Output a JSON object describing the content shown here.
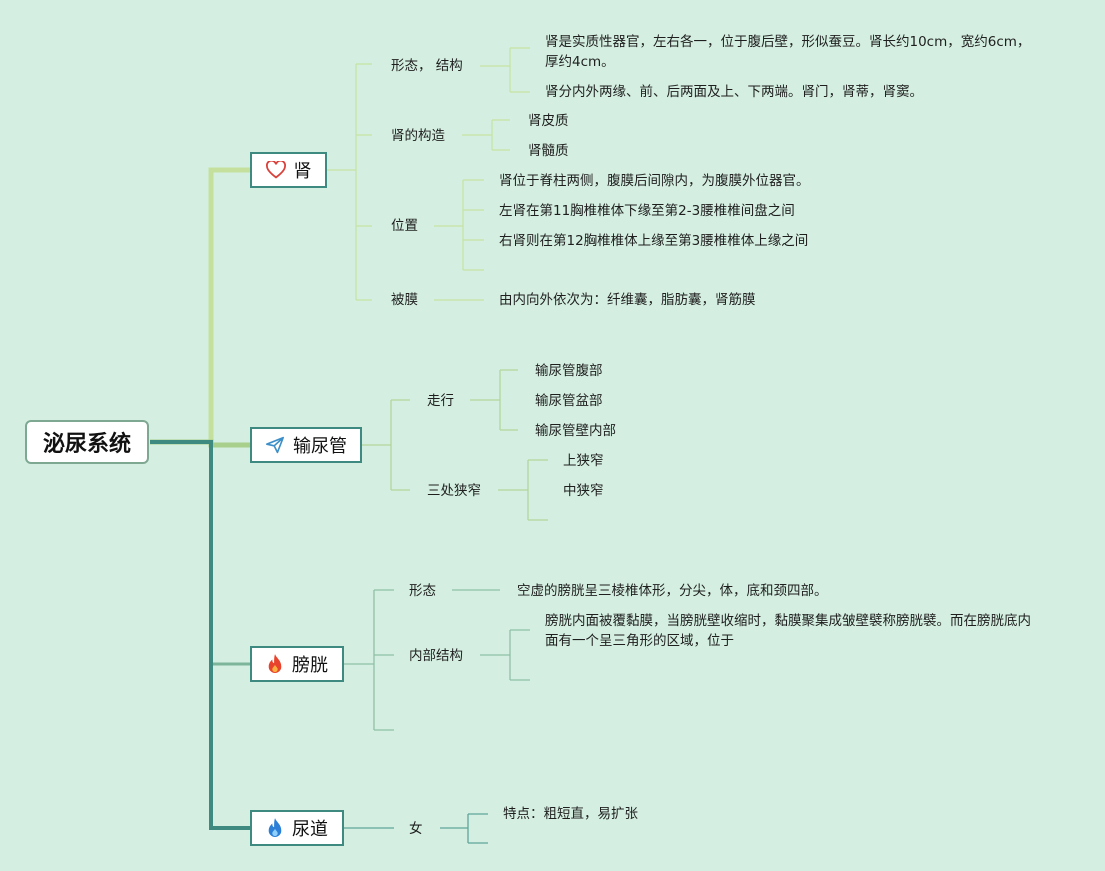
{
  "root": "泌尿系统",
  "kidney": {
    "title": "肾",
    "icon": "heart-icon",
    "shape_label": "形态， 结构",
    "shape_1": "肾是实质性器官，左右各一，位于腹后壁，形似蚕豆。肾长约10cm，宽约6cm，厚约4cm。",
    "shape_2": "肾分内外两缘、前、后两面及上、下两端。肾门，肾蒂，肾窦。",
    "structure_label": "肾的构造",
    "cortex": "肾皮质",
    "medulla": "肾髓质",
    "position_label": "位置",
    "position_1": "肾位于脊柱两侧，腹膜后间隙内，为腹膜外位器官。",
    "position_2": "左肾在第11胸椎椎体下缘至第2-3腰椎椎间盘之间",
    "position_3": "右肾则在第12胸椎椎体上缘至第3腰椎椎体上缘之间",
    "membrane_label": "被膜",
    "membrane_1": "由内向外依次为：纤维囊，脂肪囊，肾筋膜"
  },
  "ureter": {
    "title": "输尿管",
    "icon": "paper-plane-icon",
    "course_label": "走行",
    "course_1": "输尿管腹部",
    "course_2": "输尿管盆部",
    "course_3": "输尿管壁内部",
    "narrow_label": "三处狭窄",
    "narrow_1": "上狭窄",
    "narrow_2": "中狭窄"
  },
  "bladder": {
    "title": "膀胱",
    "icon": "flame-icon",
    "shape_label": "形态",
    "shape_1": "空虚的膀胱呈三棱椎体形，分尖，体，底和颈四部。",
    "inner_label": "内部结构",
    "inner_1": "膀胱内面被覆黏膜，当膀胱壁收缩时，黏膜聚集成皱壁襞称膀胱襞。而在膀胱底内面有一个呈三角形的区域，位于"
  },
  "urethra": {
    "title": "尿道",
    "icon": "water-flame-icon",
    "female_label": "女",
    "female_1": "特点：粗短直，易扩张"
  },
  "colors": {
    "background": "#d4efe1",
    "kidney_branch": "#c4e09c",
    "ureter_branch": "#a9cf8c",
    "bladder_branch": "#7db59a",
    "urethra_branch": "#3e8a80",
    "main_trunk": "#3e8a80"
  }
}
